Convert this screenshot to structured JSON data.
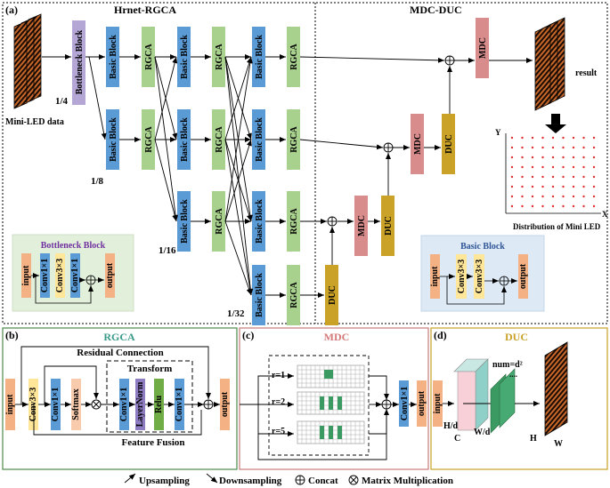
{
  "panel_a": {
    "tag": "(a)",
    "hrnet_title": "Hrnet-RGCA",
    "mdc_duc_title": "MDC-DUC",
    "input_label": "Mini-LED data",
    "bottleneck": "Bottleneck Block",
    "basic": "Basic Block",
    "rgca": "RGCA",
    "mdc": "MDC",
    "duc": "DUC",
    "scales": [
      "1/4",
      "1/8",
      "1/16",
      "1/32"
    ],
    "result": "result",
    "distribution": "Distribution of Mini LED",
    "axis_y": "Y",
    "axis_x": "X",
    "bottleneck_inset": {
      "title": "Bottleneck Block",
      "input": "input",
      "convs": [
        "Conv1×1",
        "Conv3×3",
        "Conv1×1"
      ],
      "output": "output"
    },
    "basic_inset": {
      "title": "Basic Block",
      "input": "input",
      "convs": [
        "Conv3×3",
        "Conv3×3"
      ],
      "output": "output"
    }
  },
  "panel_b": {
    "tag": "(b)",
    "title": "RGCA",
    "residual": "Residual Connection",
    "transform": "Transform",
    "fusion": "Feature Fusion",
    "input": "input",
    "output": "output",
    "blocks": [
      "Conv3×3",
      "Conv1×1",
      "Softmax",
      "Conv1×1",
      "LayerNorm",
      "Relu",
      "Conv1×1"
    ]
  },
  "panel_c": {
    "tag": "(c)",
    "title": "MDC",
    "rates": [
      "r=1",
      "r=2",
      "r=5"
    ],
    "conv": "Conv1×1",
    "input": "input",
    "output": "output"
  },
  "panel_d": {
    "tag": "(d)",
    "title": "DUC",
    "input": "input",
    "h_over_d": "H/d",
    "w_over_d": "W/d",
    "c": "C",
    "num": "num=d²",
    "h": "H",
    "w": "W"
  },
  "legend": {
    "upsampling": "Upsampling",
    "downsampling": "Downsampling",
    "concat": "Concat",
    "matmul": "Matrix Multiplication"
  },
  "colors": {
    "basic_block": "#5b9bd5",
    "rgca": "#a9d18e",
    "bottleneck": "#b4a7d6",
    "mdc": "#d98c8c",
    "duc": "#c9a227",
    "input_output": "#f4b183",
    "conv3": "#ffe699",
    "conv1": "#5b9bd5",
    "softmax": "#f8cbad",
    "layernorm": "#8e7cc3",
    "relu": "#70ad47",
    "panel_b_border": "#4a8a4a",
    "panel_c_border": "#c97a7a",
    "panel_d_border": "#c9a227",
    "panel_b_title": "#3a9a8a",
    "panel_c_title": "#d47a7a",
    "panel_d_title": "#c9a227",
    "bottleneck_inset_bg": "#e2efda",
    "basic_inset_bg": "#dde9f5"
  }
}
